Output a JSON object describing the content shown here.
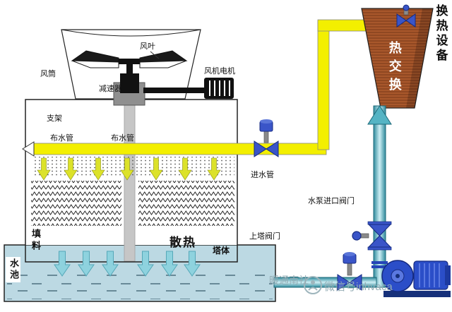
{
  "tower": {
    "fan_blade_label": "风叶",
    "duct_label": "风筒",
    "fan_motor_label": "风机电机",
    "reducer_label": "减速器",
    "support_label": "支架",
    "dist_pipe_label_1": "布水管",
    "dist_pipe_label_2": "布水管",
    "fill_label": "填料",
    "heat_dissipation_label": "散热",
    "tower_body_label": "塔体",
    "pool_label": "水池"
  },
  "piping": {
    "inlet_pipe_label": "进水管",
    "to_tower_valve_label": "上塔阀门",
    "pump_inlet_valve_label": "水泵进口阀门"
  },
  "heat_exchanger": {
    "label": "热交换",
    "equipment_label": "换热设备"
  },
  "watermark": {
    "text1": "暖通南社",
    "text2": "微信号inhvaca"
  },
  "colors": {
    "hot_pipe": "#f3ef00",
    "cold_pipe_edge": "#2f8b9c",
    "exchanger": "#a8572b",
    "pool_water": "#bcd9e3",
    "valve_blue": "#3a55c8",
    "pump_blue": "#2b4ec8",
    "spray_arrow": "#dce22a",
    "pool_arrow": "#8ed2de"
  }
}
